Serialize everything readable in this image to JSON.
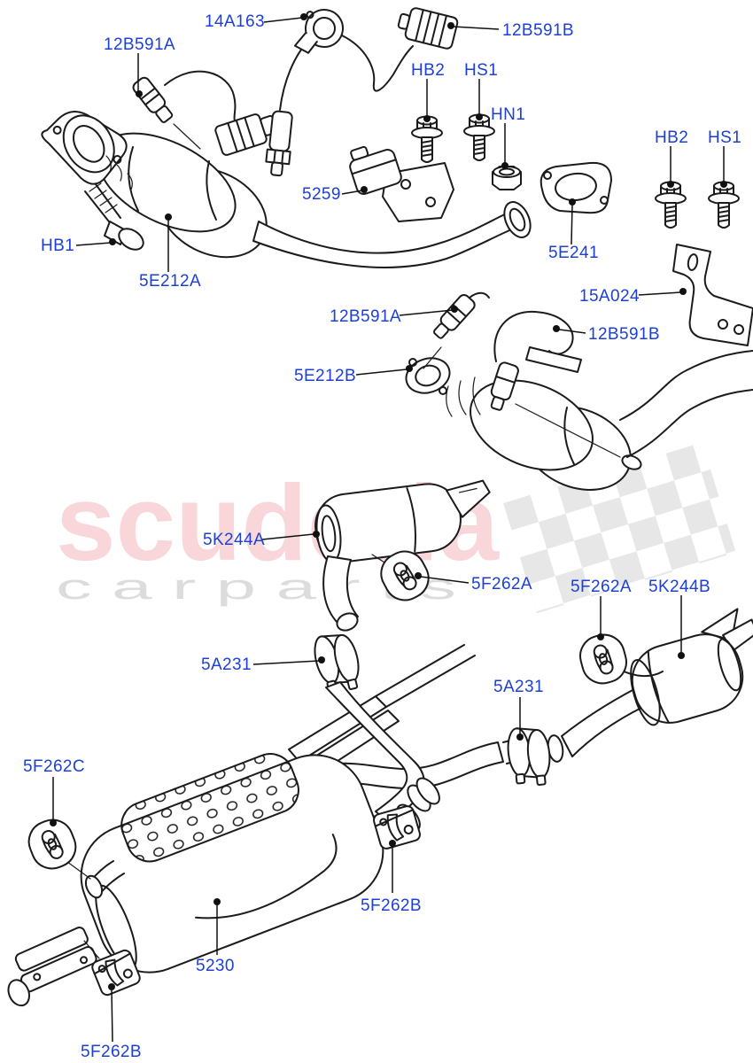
{
  "watermark": {
    "brand": "scuderia",
    "tagline": "c a r   p a r t s",
    "brand_color": "#f9d6da",
    "tagline_color": "#dcdcdc",
    "flag_color": "#e3e3e3"
  },
  "diagram": {
    "label_color": "#1c3fd8",
    "line_color": "#1b1b1b",
    "background": "#ffffff"
  },
  "callouts": [
    {
      "part": "14A163"
    },
    {
      "part": "12B591A"
    },
    {
      "part": "12B591B"
    },
    {
      "part": "HB2"
    },
    {
      "part": "HS1"
    },
    {
      "part": "HN1"
    },
    {
      "part": "HB2"
    },
    {
      "part": "HS1"
    },
    {
      "part": "5259"
    },
    {
      "part": "HB1"
    },
    {
      "part": "5E241"
    },
    {
      "part": "5E212A"
    },
    {
      "part": "15A024"
    },
    {
      "part": "12B591A"
    },
    {
      "part": "12B591B"
    },
    {
      "part": "5E212B"
    },
    {
      "part": "5K244A"
    },
    {
      "part": "5F262A"
    },
    {
      "part": "5F262A"
    },
    {
      "part": "5K244B"
    },
    {
      "part": "5A231"
    },
    {
      "part": "5A231"
    },
    {
      "part": "5F262C"
    },
    {
      "part": "5F262B"
    },
    {
      "part": "5230"
    },
    {
      "part": "5F262B"
    }
  ]
}
